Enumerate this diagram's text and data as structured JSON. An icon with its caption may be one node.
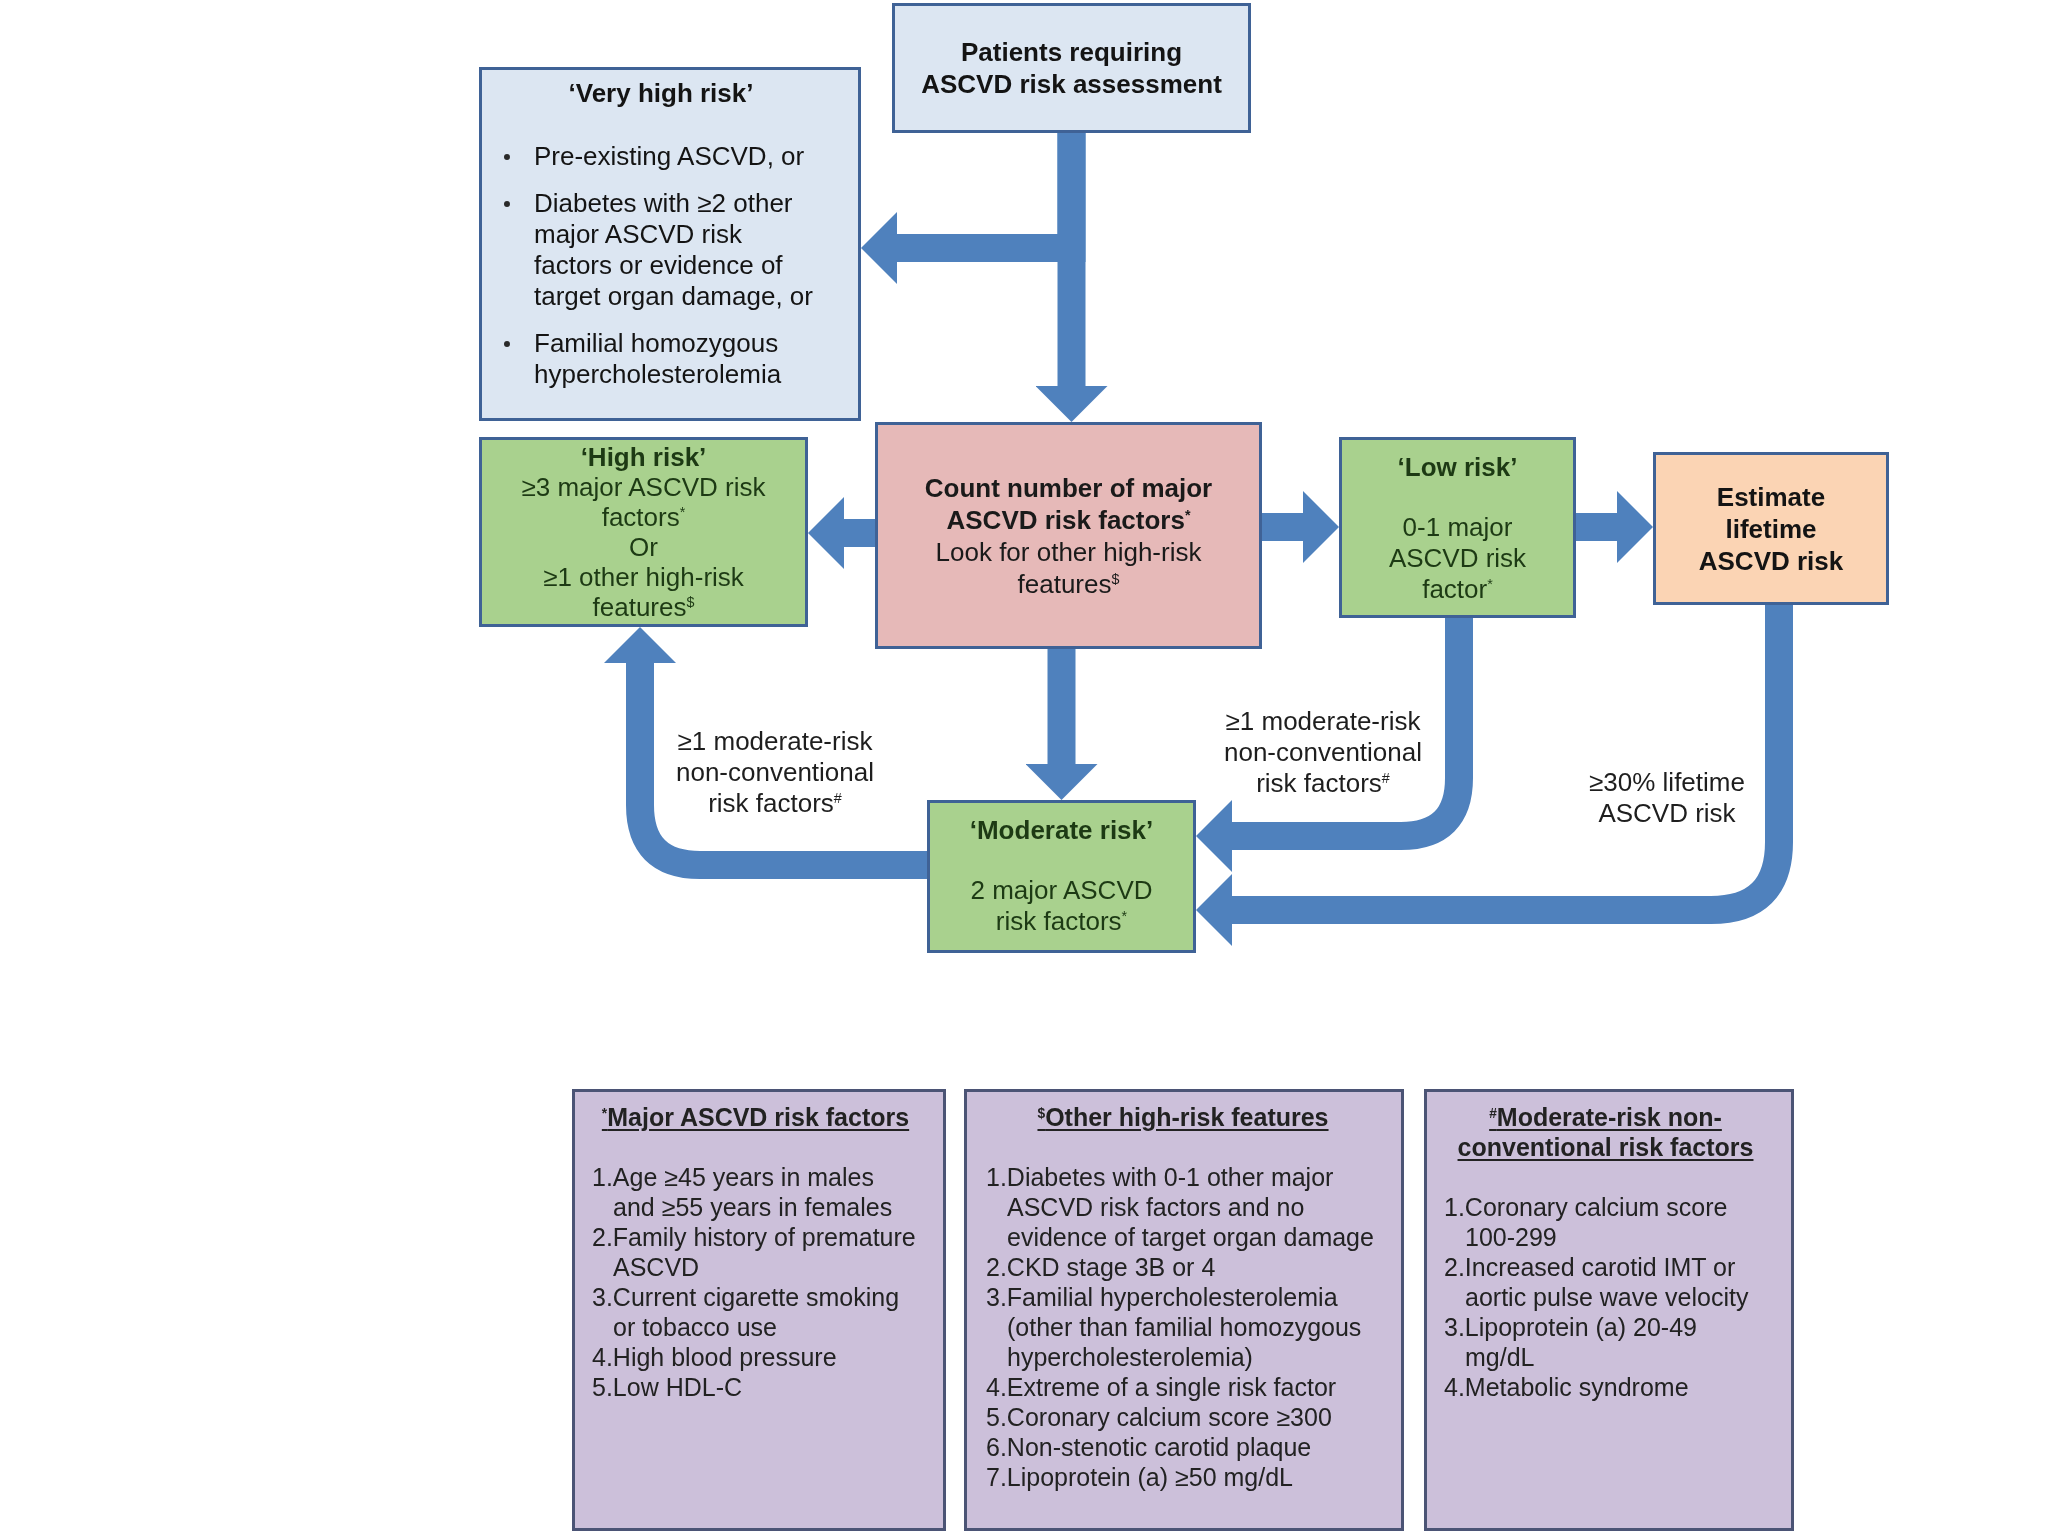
{
  "diagram": {
    "nodes": [
      {
        "text": [
          "Patients requiring ASCVD risk assessment"
        ]
      },
      {
        "text": [
          "‘Very high risk’",
          "Pre-existing ASCVD, or",
          "Diabetes with ≥2 other major ASCVD risk factors or evidence of target organ damage, or",
          "Familial homozygous hypercholesterolemia"
        ]
      },
      {
        "text": [
          "‘High risk’",
          "≥3 major ASCVD risk factors$^{*}$",
          "Or",
          "≥1 other high-risk features$^{$}$"
        ]
      },
      {
        "text": [
          "Count number of major ASCVD risk factors$^{*}$",
          "Look for other high-risk features$^{$}$"
        ]
      },
      {
        "text": [
          "‘Low risk’",
          "0-1 major ASCVD risk factor$^{*}$"
        ]
      },
      {
        "text": [
          "Estimate lifetime ASCVD risk"
        ]
      },
      {
        "text": [
          "‘Moderate risk’",
          "2 major ASCVD risk factors$^{*}$"
        ]
      },
      {
        "text": [
          "$^{*}$Major ASCVD risk factors",
          "1.Age ≥45 years in males and ≥55 years in females",
          "2.Family history of premature ASCVD",
          "3.Current cigarette smoking or tobacco use",
          "4.High blood pressure",
          "5.Low HDL-C"
        ]
      },
      {
        "text": [
          "$^{$}$Other high-risk features",
          "1.Diabetes with 0-1 other major ASCVD risk factors and no evidence of target organ damage",
          "2.CKD stage 3B or 4",
          "3.Familial hypercholesterolemia (other than familial homozygous hypercholesterolemia)",
          "4.Extreme of a single risk factor",
          "5.Coronary calcium score ≥300",
          "6.Non-stenotic carotid plaque",
          "7.Lipoprotein (a) ≥50 mg/dL"
        ]
      },
      {
        "text": [
          "$^{#}$Moderate-risk non-conventional risk factors",
          "1.Coronary calcium score 100-299",
          "2.Increased carotid IMT or aortic pulse wave velocity",
          "3.Lipoprotein (a) 20-49 mg/dL",
          "4.Metabolic syndrome"
        ]
      }
    ],
    "edges": [
      {
        "from": 0,
        "to": 3,
        "arrow": "to"
      },
      {
        "from": 0,
        "to": 1,
        "arrow": "to"
      },
      {
        "from": 3,
        "to": 2,
        "arrow": "to"
      },
      {
        "from": 3,
        "to": 4,
        "arrow": "to"
      },
      {
        "from": 4,
        "to": 5,
        "arrow": "to"
      },
      {
        "from": 3,
        "to": 6,
        "arrow": "to"
      },
      {
        "from": 6,
        "to": 2,
        "arrow": "to",
        "label": "≥1 moderate-risk non-conventional risk factors$^{#}$"
      },
      {
        "from": 4,
        "to": 6,
        "arrow": "to",
        "label": "≥1 moderate-risk non-conventional risk factors$^{#}$"
      },
      {
        "from": 5,
        "to": 6,
        "arrow": "to",
        "label": "≥30% lifetime ASCVD risk"
      }
    ]
  }
}
